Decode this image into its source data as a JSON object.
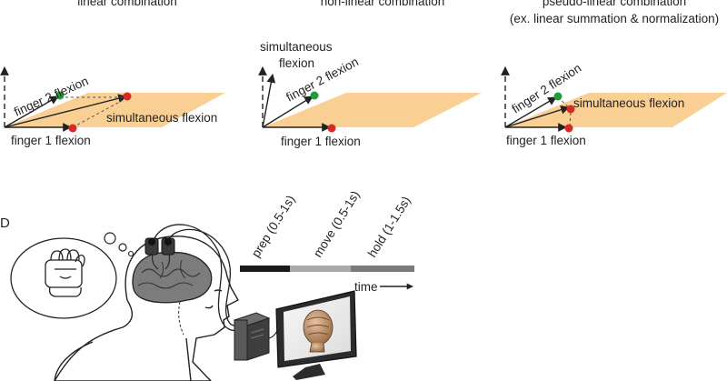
{
  "top": {
    "panels": [
      {
        "title_lines": [
          "linear combination"
        ],
        "labels": {
          "finger2": "finger 2 flexion",
          "simultaneous": "simultaneous flexion",
          "finger1": "finger 1 flexion"
        }
      },
      {
        "title_lines": [
          "non-linear combination"
        ],
        "labels": {
          "simultaneous_line1": "simultaneous",
          "simultaneous_line2": "flexion",
          "finger2": "finger 2 flexion",
          "finger1": "finger 1 flexion"
        }
      },
      {
        "title_lines": [
          "pseudo-linear combination",
          "(ex. linear summation & normalization)"
        ],
        "labels": {
          "finger2": "finger 2 flexion",
          "simultaneous": "simultaneous flexion",
          "finger1": "finger 1 flexion"
        }
      }
    ],
    "colors": {
      "plane": "#f9cf94",
      "finger2_dot": "#1f9d3a",
      "finger1_dot": "#d62a22"
    }
  },
  "bottom": {
    "panel_letter": "D",
    "timeline": {
      "phases": [
        {
          "label": "prep (0.5-1s)",
          "color": "#1a1a1a"
        },
        {
          "label": "move (0.5-1s)",
          "color": "#a9a9a9"
        },
        {
          "label": "hold (1-1.5s)",
          "color": "#7a7a7a"
        }
      ],
      "axis_label": "time"
    }
  }
}
